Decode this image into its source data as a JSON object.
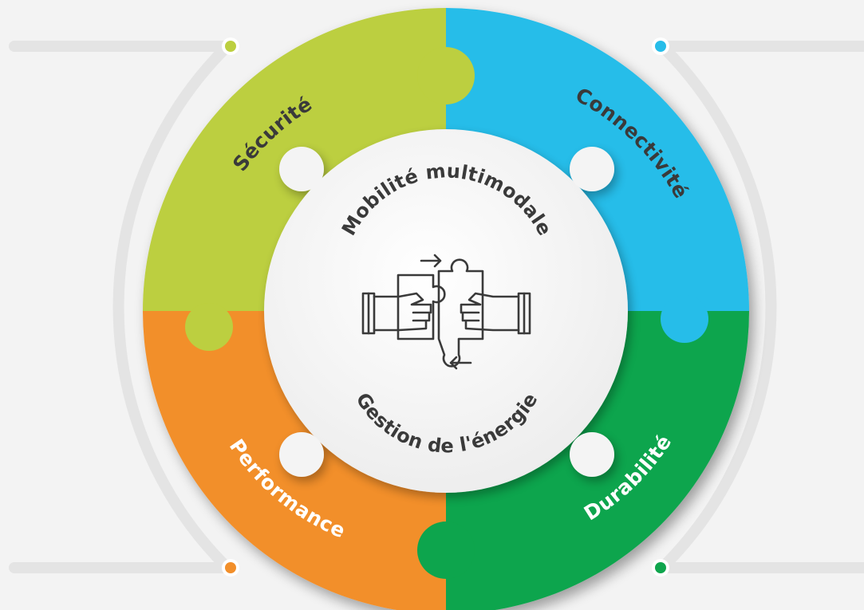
{
  "quadrants": [
    {
      "key": "securite",
      "label": "Sécurité",
      "color": "#bccf3f",
      "text_color": "#3a3a3a"
    },
    {
      "key": "connectivite",
      "label": "Connectivité",
      "color": "#27bde9",
      "text_color": "#3a3a3a"
    },
    {
      "key": "durabilite",
      "label": "Durabilité",
      "color": "#0fa54d",
      "text_color": "#ffffff"
    },
    {
      "key": "performance",
      "label": "Performance",
      "color": "#f28f2a",
      "text_color": "#ffffff"
    }
  ],
  "center": {
    "top_label": "Mobilité multimodale",
    "bottom_label": "Gestion de l'énergie",
    "icon": "puzzle-handshake-icon"
  },
  "connector_dots": [
    {
      "key": "top-left",
      "color": "#bccf3f"
    },
    {
      "key": "top-right",
      "color": "#27bde9"
    },
    {
      "key": "bottom-left",
      "color": "#f28f2a"
    },
    {
      "key": "bottom-right",
      "color": "#0fa54d"
    }
  ]
}
